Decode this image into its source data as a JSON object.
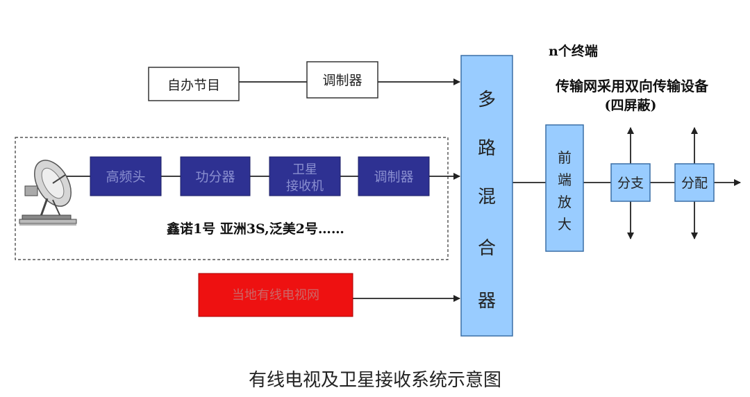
{
  "colors": {
    "dark_block": "#2e3192",
    "dark_block_text": "#8a8fd0",
    "mixer_fill": "#99ccff",
    "red_block": "#ee1111",
    "red_block_text": "#cc6666",
    "line": "#222222"
  },
  "icons": {
    "satellite": "satellite-dish-icon"
  },
  "blocks": {
    "self_program": "自办节目",
    "modulator_top": "调制器",
    "lnb": "高频头",
    "splitter": "功分器",
    "sat_receiver_line1": "卫星",
    "sat_receiver_line2": "接收机",
    "modulator_sat": "调制器",
    "local_cable": "当地有线电视网",
    "mixer": [
      "多",
      "路",
      "混",
      "合",
      "器"
    ],
    "front_amp": [
      "前",
      "端",
      "放",
      "大"
    ],
    "branch": "分支",
    "distribute": "分配"
  },
  "labels": {
    "satellites": "鑫诺1号 亚洲3S,泛美2号……",
    "terminals": "n个终端",
    "transmission_line1": "传输网采用双向传输设备",
    "transmission_line2": "(四屏蔽)",
    "caption": "有线电视及卫星接收系统示意图"
  }
}
